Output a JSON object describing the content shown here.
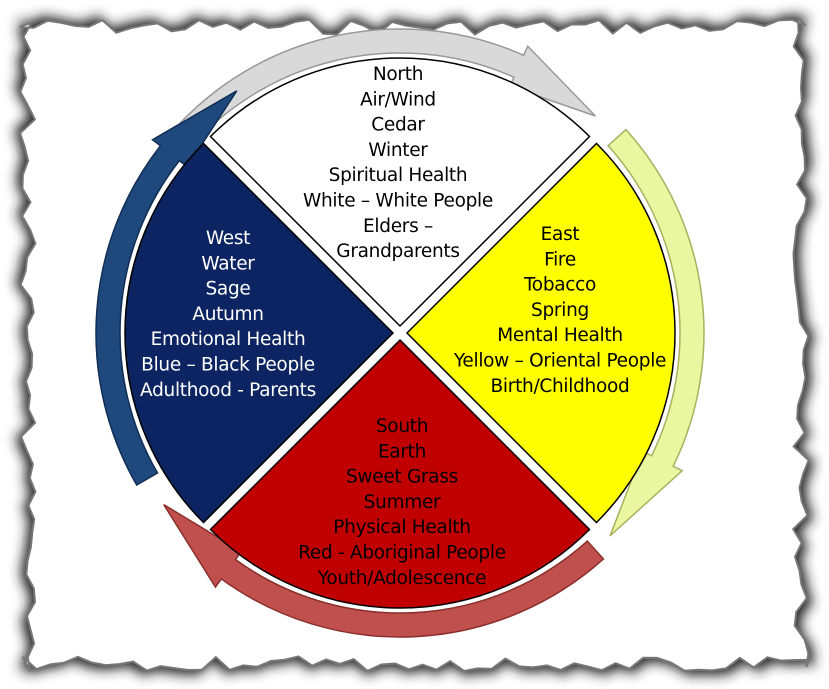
{
  "colors": {
    "north": "#ffffff",
    "east": "#ffff00",
    "south": "#c00000",
    "west": "#0c2461",
    "north_arrow": "#d9d9d9",
    "east_arrow": "#e8f7a0",
    "south_arrow": "#c0504d",
    "west_arrow": "#1f497d"
  },
  "quadrants": {
    "north": [
      "North",
      "Air/Wind",
      "Cedar",
      "Winter",
      "Spiritual Health",
      "White – White People",
      "Elders –",
      "Grandparents"
    ],
    "east": [
      "East",
      "Fire",
      "Tobacco",
      "Spring",
      "Mental Health",
      "Yellow – Oriental People",
      "Birth/Childhood"
    ],
    "south": [
      "South",
      "Earth",
      "Sweet Grass",
      "Summer",
      "Physical Health",
      "Red - Aboriginal People",
      "Youth/Adolescence"
    ],
    "west": [
      "West",
      "Water",
      "Sage",
      "Autumn",
      "Emotional Health",
      "Blue – Black People",
      "Adulthood - Parents"
    ]
  }
}
